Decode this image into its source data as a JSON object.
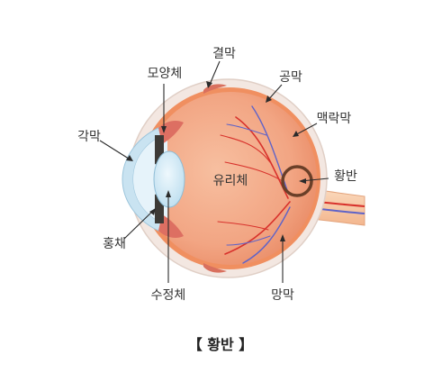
{
  "labels": {
    "conjunctiva": "결막",
    "ciliary_body": "모양체",
    "sclera": "공막",
    "choroid": "맥락막",
    "cornea": "각막",
    "vitreous": "유리체",
    "macula": "황반",
    "iris": "홍채",
    "lens": "수정체",
    "retina": "망막"
  },
  "caption": "【 황반 】",
  "colors": {
    "vitreous": "#f2a583",
    "sclera": "#f3e7e1",
    "choroid": "#f08f60",
    "cornea": "#c9e3f1",
    "lens": "#d6ecf7",
    "iris": "#3d3a36",
    "ciliary": "#dd6f62",
    "vessel_red": "#d8322c",
    "vessel_blue": "#5f63c8",
    "optic_nerve": "#f8c9a2",
    "macula_ring": "#6a3f28"
  }
}
